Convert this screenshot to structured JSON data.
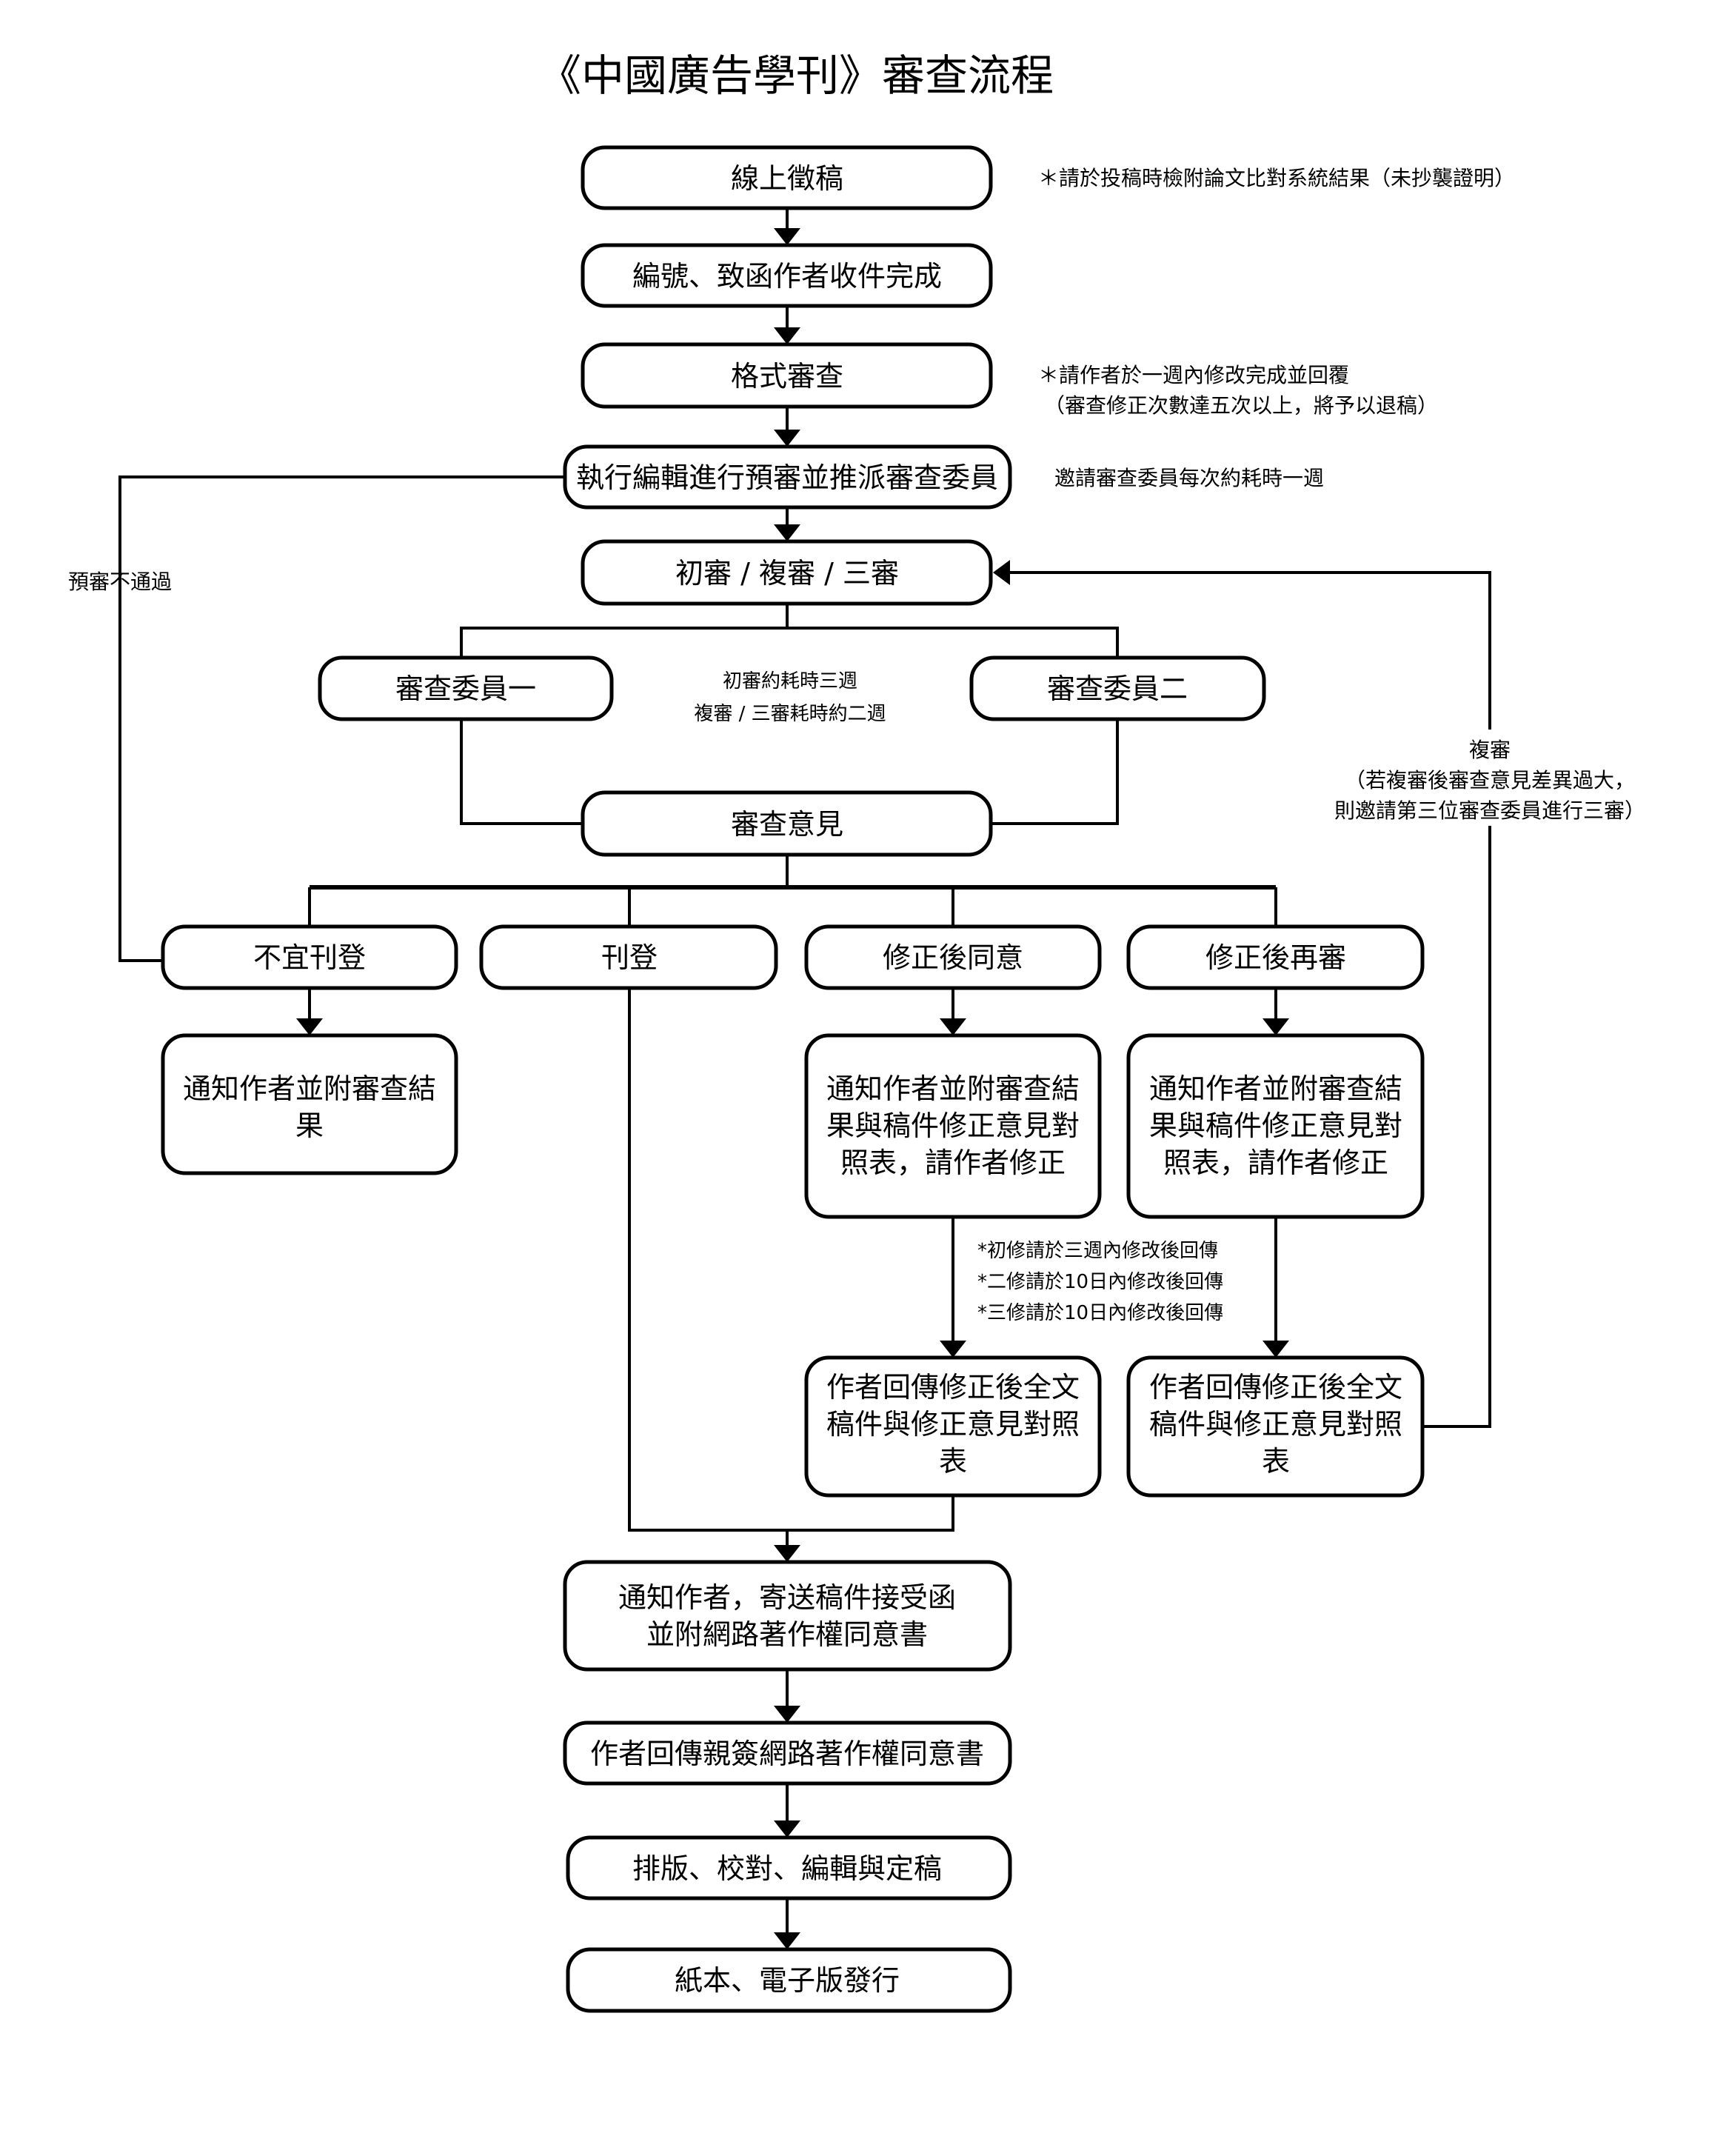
{
  "title": "《中國廣告學刊》審查流程",
  "nodes": {
    "submission": "線上徵稿",
    "numbering": "編號、致函作者收件完成",
    "format_check": "格式審查",
    "pre_review": "執行編輯進行預審並推派審查委員",
    "review_round": "初審 / 複審 / 三審",
    "reviewer_1": "審查委員一",
    "reviewer_2": "審查委員二",
    "review_opinion": "審查意見",
    "reject": "不宜刊登",
    "accept": "刊登",
    "minor_revision": "修正後同意",
    "major_revision": "修正後再審",
    "notify_reject": [
      "通知作者並附審查結",
      "果"
    ],
    "notify_minor": [
      "通知作者並附審查結",
      "果與稿件修正意見對",
      "照表，請作者修正"
    ],
    "notify_major": [
      "通知作者並附審查結",
      "果與稿件修正意見對",
      "照表，請作者修正"
    ],
    "return_minor": [
      "作者回傳修正後全文",
      "稿件與修正意見對照",
      "表"
    ],
    "return_major": [
      "作者回傳修正後全文",
      "稿件與修正意見對照",
      "表"
    ],
    "acceptance_letter": [
      "通知作者，寄送稿件接受函",
      "並附網路著作權同意書"
    ],
    "signed_copyright": "作者回傳親簽網路著作權同意書",
    "typesetting": "排版、校對、編輯與定稿",
    "publication": "紙本、電子版發行"
  },
  "notes": {
    "submission_note": "＊請於投稿時檢附論文比對系統結果（未抄襲證明）",
    "format_note": [
      "＊請作者於一週內修改完成並回覆",
      "（審查修正次數達五次以上，將予以退稿）"
    ],
    "pre_review_note": "邀請審查委員每次約耗時一週",
    "pre_review_fail": "預審不通過",
    "review_time": [
      "初審約耗時三週",
      "複審 / 三審耗時約二週"
    ],
    "re_review": [
      "複審",
      "（若複審後審查意見差異過大，",
      "則邀請第三位審查委員進行三審）"
    ],
    "revision_deadlines": [
      "*初修請於三週內修改後回傳",
      "*二修請於10日內修改後回傳",
      "*三修請於10日內修改後回傳"
    ]
  }
}
